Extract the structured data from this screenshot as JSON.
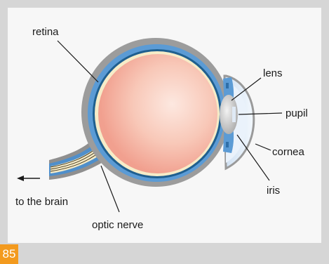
{
  "labels": {
    "retina": "retina",
    "lens": "lens",
    "pupil": "pupil",
    "cornea": "cornea",
    "iris": "iris",
    "to_the_brain": "to the brain",
    "optic_nerve": "optic nerve"
  },
  "page_number": "85",
  "colors": {
    "background": "#d6d6d6",
    "panel": "#f7f7f7",
    "sclera_outer": "#9a9a9a",
    "choroid": "#5b9bd5",
    "retina_line": "#1f5f8f",
    "vitreous_center": "#fde8e0",
    "vitreous_edge": "#f3a898",
    "cornea": "#e6f0fa",
    "lens": "#c8c8c8",
    "page_badge": "#f39a1e"
  }
}
